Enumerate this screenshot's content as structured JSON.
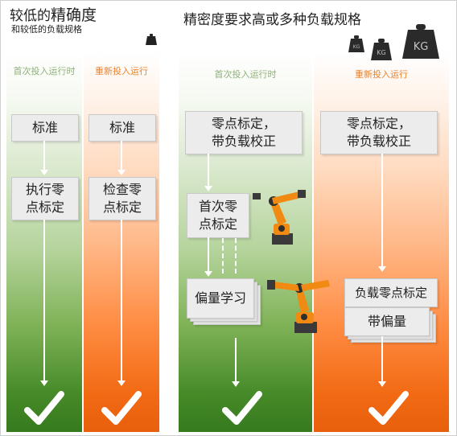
{
  "left_panel": {
    "title_prefix": "较低的",
    "title_emph": "精确度",
    "subtitle": "和较低的负载规格",
    "columns": [
      {
        "head": "首次投入运行时",
        "steps": [
          "标准",
          "执行零\n点标定"
        ]
      },
      {
        "head": "重新投入运行",
        "steps": [
          "标准",
          "检查零\n点标定"
        ]
      }
    ]
  },
  "right_panel": {
    "title": "精密度要求高或多种负载规格",
    "weight_label": "KG",
    "columns": [
      {
        "head": "首次投入运行时",
        "steps": [
          "零点标定，\n带负载校正",
          "首次零\n点标定",
          "偏量学习"
        ]
      },
      {
        "head": "重新投入运行",
        "steps": [
          "零点标定，\n带负载校正",
          "负载零点标定",
          "带偏量"
        ]
      }
    ]
  },
  "colors": {
    "green_dark": "#357a1e",
    "orange_dark": "#e85f0c",
    "green_head": "#8fb07a",
    "orange_head": "#e8822d",
    "robot": "#f08a12"
  },
  "icons": [
    "weight-icon",
    "robot-icon",
    "checkmark-icon"
  ]
}
